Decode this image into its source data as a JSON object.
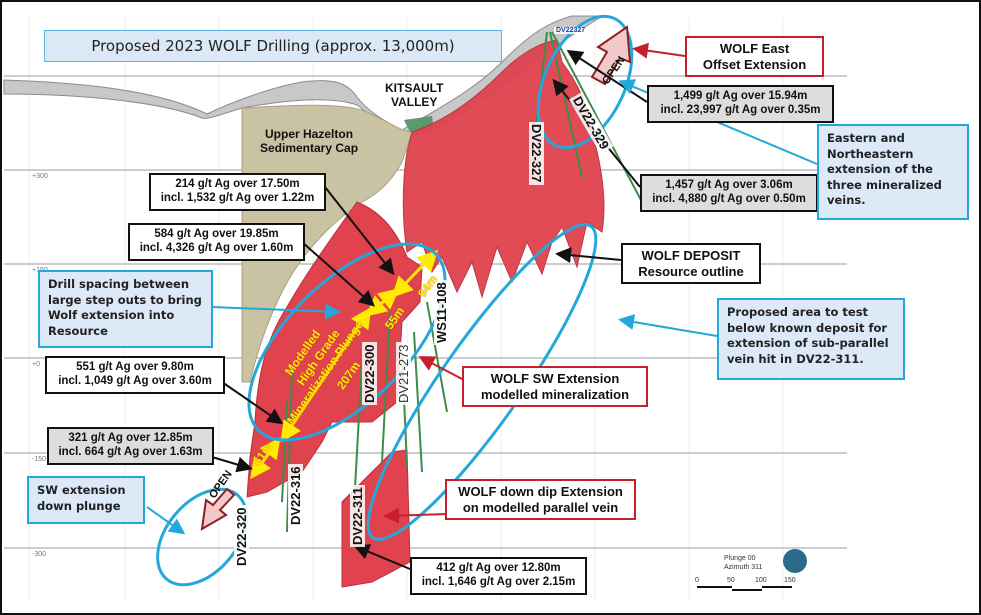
{
  "title": "Proposed  2023 WOLF Drilling (approx. 13,000m)",
  "elevation_ticks": [
    "+300",
    "+150",
    "+0",
    "-150",
    "-300"
  ],
  "labels": {
    "kitsault_valley": [
      "KITSAULT",
      "VALLEY"
    ],
    "upper_hazelton": [
      "Upper Hazelton",
      "Sedimentary Cap"
    ]
  },
  "assays": [
    {
      "id": "assay-214",
      "line1": "214 g/t Ag over 17.50m",
      "line2": "incl. 1,532 g/t Ag over 1.22m",
      "style": "white"
    },
    {
      "id": "assay-584",
      "line1": "584 g/t Ag over 19.85m",
      "line2": "incl. 4,326 g/t Ag over 1.60m",
      "style": "white"
    },
    {
      "id": "assay-551",
      "line1": "551 g/t Ag over 9.80m",
      "line2": "incl. 1,049 g/t Ag over 3.60m",
      "style": "white"
    },
    {
      "id": "assay-321",
      "line1": "321 g/t Ag over 12.85m",
      "line2": "incl. 664 g/t Ag over 1.63m",
      "style": "grey"
    },
    {
      "id": "assay-1499",
      "line1": "1,499 g/t Ag over 15.94m",
      "line2": "incl. 23,997 g/t Ag over 0.35m",
      "style": "grey"
    },
    {
      "id": "assay-1457",
      "line1": "1,457 g/t Ag over 3.06m",
      "line2": "incl. 4,880 g/t Ag over 0.50m",
      "style": "grey"
    },
    {
      "id": "assay-412",
      "line1": "412 g/t Ag over 12.80m",
      "line2": "incl. 1,646 g/t Ag over 2.15m",
      "style": "white"
    }
  ],
  "red_boxes": {
    "east_offset": [
      "WOLF East",
      "Offset Extension"
    ],
    "sw_extension": [
      "WOLF SW Extension",
      "modelled mineralization"
    ],
    "down_dip": [
      "WOLF down dip Extension",
      "on modelled parallel vein"
    ]
  },
  "black_boxes": {
    "deposit": [
      "WOLF DEPOSIT",
      "Resource outline"
    ]
  },
  "notes": {
    "eastern": "Eastern and Northeastern extension of the three mineralized veins.",
    "drill_spacing": "Drill spacing between large step outs to bring Wolf  extension into Resource",
    "proposed_area": "Proposed area to test below known deposit for extension of sub-parallel vein hit in DV22-311.",
    "sw_plunge": "SW extension down plunge"
  },
  "drill_holes": [
    "DV22-327",
    "DV22-329",
    "WS11-108",
    "DV22-300",
    "DV21-273",
    "DV22-316",
    "DV22-320",
    "DV22-311",
    "DV22327"
  ],
  "plunge_labels": {
    "modelled": "Modelled",
    "high_grade": "High Grade",
    "mineralization_plunge": "Mineralization Plunge",
    "d207": "207m",
    "d55": "55m",
    "d94": "94m",
    "d61": "61m"
  },
  "open_label": "OPEN",
  "scale": {
    "plunge": "Plunge 00",
    "azimuth": "Azimuth 311",
    "ticks": [
      "0",
      "50",
      "100",
      "150"
    ]
  },
  "colors": {
    "mineralization_red": "#e0424e",
    "callout_blue": "#23a8dc",
    "sediment_tan": "#c9c2a3",
    "highlight_yellow": "#ffea00",
    "box_red": "#c8202a"
  }
}
